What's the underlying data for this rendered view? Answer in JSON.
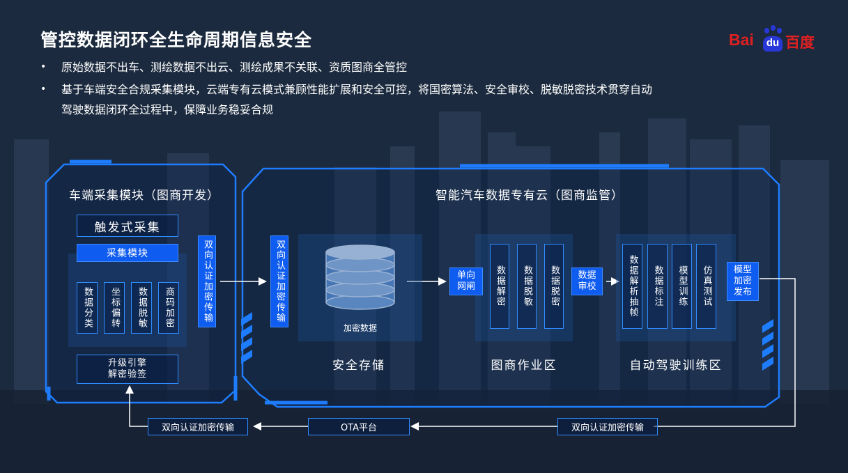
{
  "slide": {
    "title": "管控数据闭环全生命周期信息安全",
    "bullets": [
      "原始数据不出车、测绘数据不出云、测绘成果不关联、资质图商全管控",
      "基于车端安全合规采集模块，云端专有云模式兼顾性能扩展和安全可控，将国密算法、安全审校、脱敏脱密技术贯穿自动",
      "驾驶数据闭环全过程中，保障业务稳妥合规"
    ]
  },
  "logo": {
    "latin": "Bai",
    "du": "du",
    "chinese": "百度"
  },
  "vehicle": {
    "title": "车端采集模块（图商开发）",
    "trigger": "触发式采集",
    "collect": "采集模块",
    "items": [
      "数据分类",
      "坐标偏转",
      "数据脱敏",
      "商码加密"
    ],
    "upgrade_line1": "升级引擎",
    "upgrade_line2": "解密验签",
    "auth": "双向认证加密传输"
  },
  "cloud": {
    "title": "智能汽车数据专有云（图商监管）",
    "auth_in": "双向认证加密传输",
    "storage_label": "加密数据",
    "storage_zone": "安全存储",
    "gateway": "单向网闸",
    "mapmaker_items": [
      "数据解密",
      "数据脱敏",
      "数据脱密"
    ],
    "mapmaker_zone": "图商作业区",
    "audit": "数据审校",
    "training_items": [
      "数据解析抽帧",
      "数据标注",
      "模型训练",
      "仿真测试"
    ],
    "training_zone": "自动驾驶训练区",
    "model_release": "模型加密发布"
  },
  "bottom": {
    "right_link": "双向认证加密传输",
    "ota": "OTA平台",
    "left_link": "双向认证加密传输"
  },
  "colors": {
    "accent": "#0f5cf0",
    "frame": "#1e7dff",
    "logo_red": "#e02020",
    "logo_blue": "#2838d8"
  }
}
